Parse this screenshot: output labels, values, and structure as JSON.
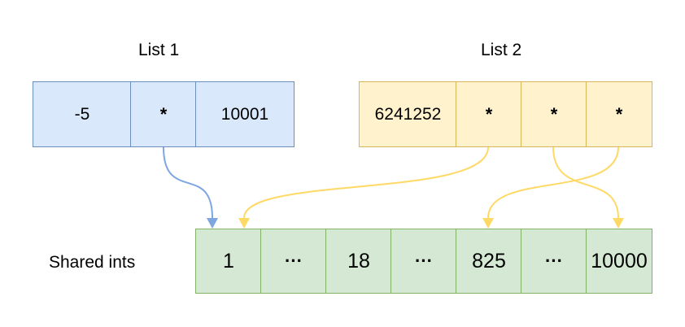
{
  "labels": {
    "list1": "List 1",
    "list2": "List 2",
    "shared": "Shared ints"
  },
  "list1": [
    "-5",
    "*",
    "10001"
  ],
  "list2": [
    "6241252",
    "*",
    "*",
    "*"
  ],
  "shared_ints": [
    "1",
    "···",
    "18",
    "···",
    "825",
    "···",
    "10000"
  ],
  "colors": {
    "list1_fill": "#dae8fc",
    "list1_stroke": "#6c8ebf",
    "list2_fill": "#fff2cc",
    "list2_stroke": "#d6b656",
    "shared_fill": "#d5e8d4",
    "shared_stroke": "#82b366",
    "arrow_blue": "#7ea6e0",
    "arrow_yellow": "#ffd966"
  }
}
